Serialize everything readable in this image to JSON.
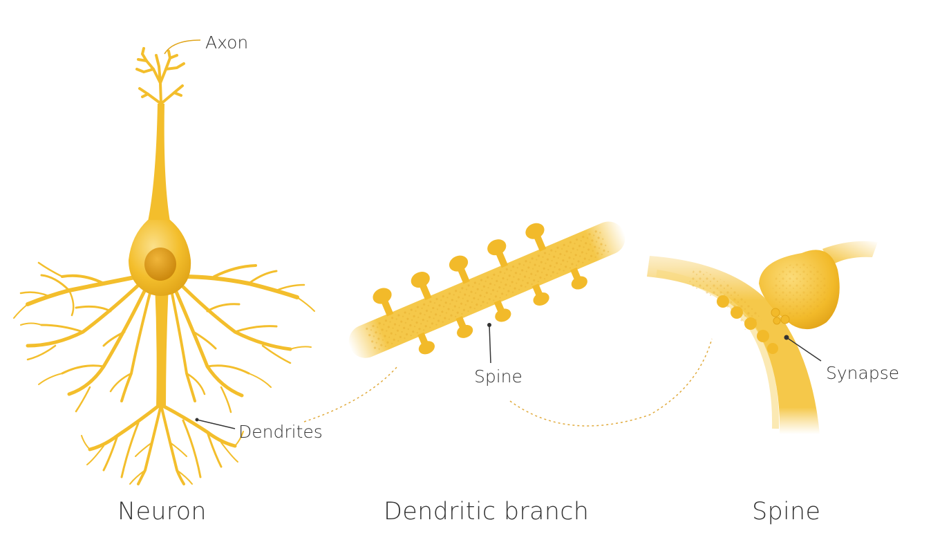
{
  "labels": {
    "axon": "Axon",
    "dendrites": "Dendrites",
    "spine": "Spine",
    "synapse": "Synapse"
  },
  "captions": {
    "neuron": "Neuron",
    "dendritic_branch": "Dendritic branch",
    "spine": "Spine"
  },
  "colors": {
    "cell_fill": "#F3BE2C",
    "cell_light": "#F8D97A",
    "cell_dark": "#D99A12",
    "nucleus": "#D9960F",
    "leader_line": "#333333",
    "dotted_connector": "#E0A93A",
    "background": "#FFFFFF"
  }
}
